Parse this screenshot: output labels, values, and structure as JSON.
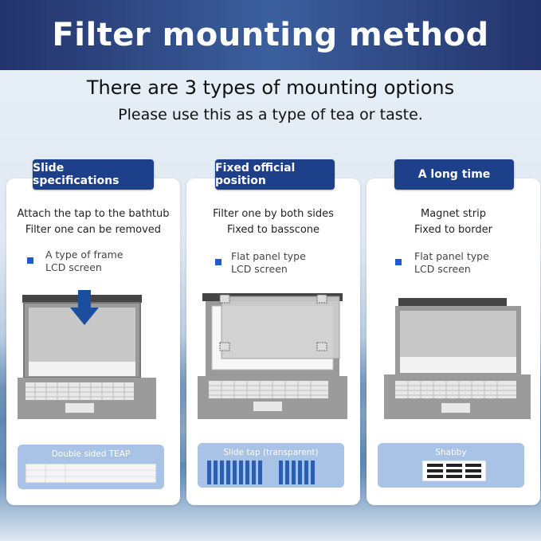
{
  "header": {
    "title": "Filter mounting method"
  },
  "intro": {
    "line1": "There are 3 types of mounting options",
    "line2": "Please use this as a type of tea or taste."
  },
  "cards": [
    {
      "pill": "Slide specifications",
      "desc1": "Attach the tap to the bathtub",
      "desc2": "Filter one can be removed",
      "bullet1": "A type of frame",
      "bullet2": "LCD screen",
      "tape_label": "Double sided TEAP"
    },
    {
      "pill": "Fixed official position",
      "desc1": "Filter one by both sides",
      "desc2": "Fixed to basscone",
      "bullet1": "Flat panel type",
      "bullet2": "LCD screen",
      "tape_label": "Slide tap (transparent)"
    },
    {
      "pill": "A long time",
      "desc1": "Magnet strip",
      "desc2": "Fixed to border",
      "bullet1": "Flat panel type",
      "bullet2": "LCD screen",
      "tape_label": "Shabby"
    }
  ],
  "colors": {
    "header": "#23336b",
    "pill": "#1e3f8a",
    "bullet": "#1f5bd0",
    "tape_box": "#a9c3e7"
  }
}
